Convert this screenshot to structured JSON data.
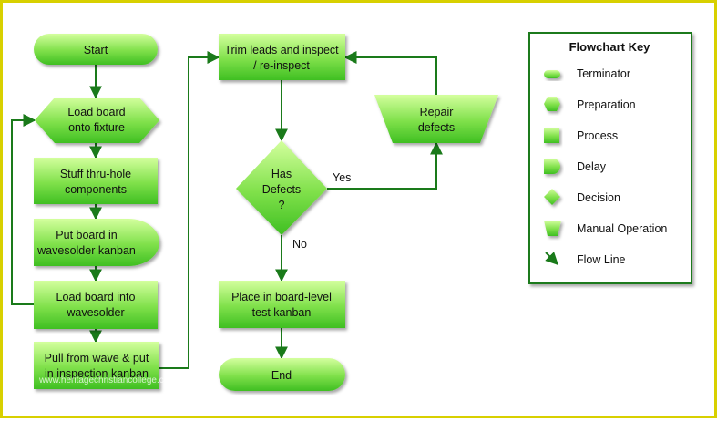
{
  "nodes": {
    "start": "Start",
    "load_fixture_1": "Load board",
    "load_fixture_2": "onto fixture",
    "stuff_1": "Stuff thru-hole",
    "stuff_2": "components",
    "put_1": "Put board in",
    "put_2": "wavesolder kanban",
    "load_wave_1": "Load board into",
    "load_wave_2": "wavesolder",
    "pull_1": "Pull from wave & put",
    "pull_2": "in inspection kanban",
    "trim_1": "Trim leads and inspect",
    "trim_2": "/ re-inspect",
    "defects_1": "Has",
    "defects_2": "Defects",
    "defects_3": "?",
    "repair_1": "Repair",
    "repair_2": "defects",
    "place_1": "Place in board-level",
    "place_2": "test kanban",
    "end": "End"
  },
  "edges": {
    "yes": "Yes",
    "no": "No"
  },
  "key": {
    "title": "Flowchart Key",
    "items": [
      "Terminator",
      "Preparation",
      "Process",
      "Delay",
      "Decision",
      "Manual Operation",
      "Flow Line"
    ]
  },
  "watermark": "www.heritagechristiancollege.com",
  "colors": {
    "shape_light": "#ccff99",
    "shape_dark": "#44cc22",
    "line": "#1a7a1a",
    "frame": "#d8d000"
  }
}
